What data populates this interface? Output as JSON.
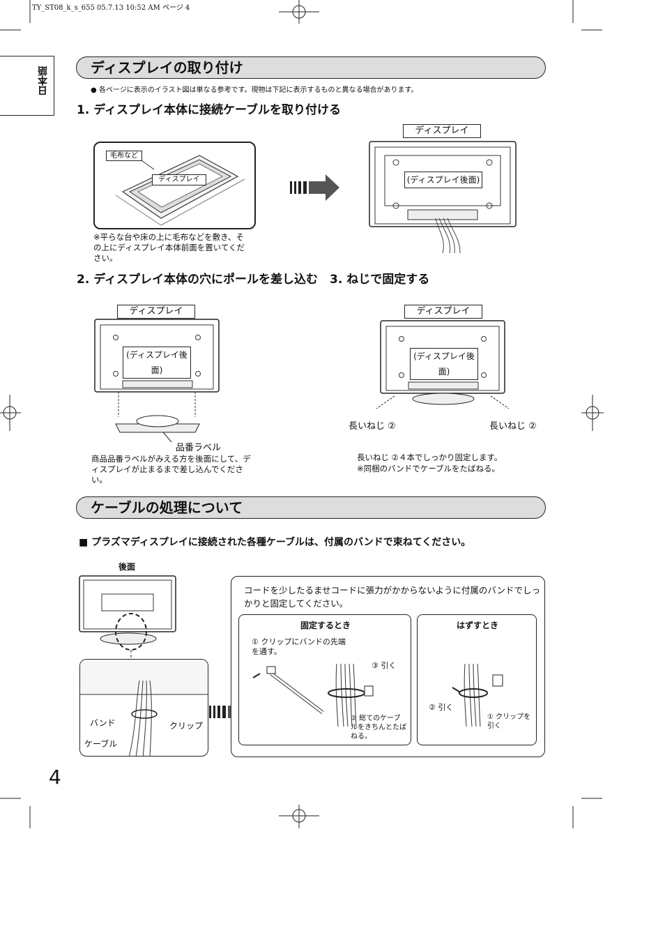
{
  "header": {
    "print_info": "TY_ST08_k_s_655  05.7.13 10:52 AM     ページ 4",
    "side_tab": "日本語"
  },
  "section1": {
    "title": "ディスプレイの取り付け",
    "bullet_note": "● 各ページに表示のイラスト図は単なる参考です。現物は下記に表示するものと異なる場合があります。",
    "step1": "1. ディスプレイ本体に接続ケーブルを取り付ける",
    "fig1_blanket_label": "毛布など",
    "fig1_display_label": "ディスプレイ",
    "fig1_note": "※平らな台や床の上に毛布などを敷き、その上にディスプレイ本体前面を置いてください。",
    "fig2_top_label": "ディスプレイ",
    "fig2_rear_label": "(ディスプレイ後面)",
    "step2": "2. ディスプレイ本体の穴にポールを差し込む　3. ねじで固定する",
    "fig3_top_label": "ディスプレイ",
    "fig3_rear_label": "(ディスプレイ後面)",
    "fig3_model_label": "品番ラベル",
    "fig3_note": "商品品番ラベルがみえる方を後面にして、ディスプレイが止まるまで差し込んでください。",
    "fig4_top_label": "ディスプレイ",
    "fig4_rear_label": "(ディスプレイ後面)",
    "fig4_screw_left": "長いねじ ②",
    "fig4_screw_right": "長いねじ ②",
    "fig4_note1": "長いねじ ②４本でしっかり固定します。",
    "fig4_note2": "※同梱のバンドでケーブルをたばねる。"
  },
  "section2": {
    "title": "ケーブルの処理について",
    "intro": "■ プラズマディスプレイに接続された各種ケーブルは、付属のバンドで束ねてください。",
    "rear_label": "後面",
    "band_label": "バンド",
    "clip_label": "クリップ",
    "cable_label": "ケーブル",
    "panel_text": "コードを少したるませコードに張力がかからないように付属のバンドでしっかりと固定してください。",
    "fix_title": "固定するとき",
    "fix_step1": "① クリップにバンドの先端を通す。",
    "fix_step3": "③ 引く",
    "fix_step2": "② 総てのケーブルをきちんとたばねる。",
    "remove_title": "はずすとき",
    "remove_step2": "② 引く",
    "remove_step1": "① クリップを引く"
  },
  "page_number": "4"
}
